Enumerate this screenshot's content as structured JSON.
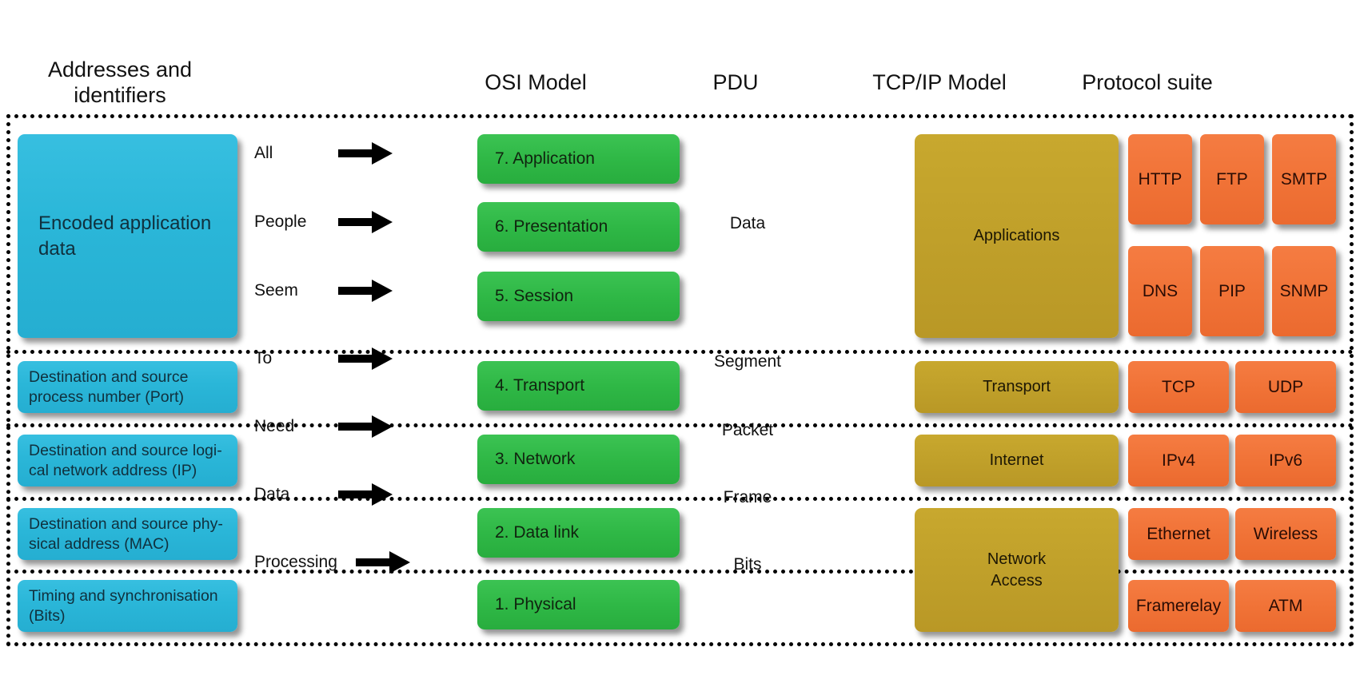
{
  "headers": [
    {
      "label": "Addresses and\nidentifiers"
    },
    {
      "label": "OSI Model"
    },
    {
      "label": "PDU"
    },
    {
      "label": "TCP/IP Model"
    },
    {
      "label": "Protocol suite"
    }
  ],
  "colors": {
    "cyan": "#2DB6D8",
    "green": "#2FB846",
    "olive": "#C0A02A",
    "orange": "#F07236",
    "frame": "#000000",
    "background": "#FFFFFF"
  },
  "addresses": [
    {
      "label": "Encoded application data"
    },
    {
      "label": "Destination and source process number (Port)"
    },
    {
      "label": "Destination and source logi-cal network address (IP)"
    },
    {
      "label": "Destination and source phy-sical address (MAC)"
    },
    {
      "label": "Timing and synchronisation (Bits)"
    }
  ],
  "mnemonics": [
    {
      "word": "All"
    },
    {
      "word": "People"
    },
    {
      "word": "Seem"
    },
    {
      "word": "To"
    },
    {
      "word": "Need"
    },
    {
      "word": "Data"
    },
    {
      "word": "Processing"
    }
  ],
  "osi_layers": [
    {
      "label": "7. Application"
    },
    {
      "label": "6. Presentation"
    },
    {
      "label": "5. Session"
    },
    {
      "label": "4. Transport"
    },
    {
      "label": "3. Network"
    },
    {
      "label": "2. Data link"
    },
    {
      "label": "1. Physical"
    }
  ],
  "pdus": [
    {
      "label": "Data"
    },
    {
      "label": "Segment"
    },
    {
      "label": "Packet"
    },
    {
      "label": "Frame"
    },
    {
      "label": "Bits"
    }
  ],
  "tcpip_layers": [
    {
      "label": "Applications"
    },
    {
      "label": "Transport"
    },
    {
      "label": "Internet"
    },
    {
      "label": "Network\nAccess"
    }
  ],
  "protocols": {
    "application": [
      "HTTP",
      "FTP",
      "SMTP",
      "DNS",
      "PIP",
      "SNMP"
    ],
    "transport": [
      "TCP",
      "UDP"
    ],
    "internet": [
      "IPv4",
      "IPv6"
    ],
    "network_access": [
      "Ethernet",
      "Wireless",
      "Framerelay",
      "ATM"
    ]
  },
  "icons": {
    "arrow": "right-arrow-icon"
  }
}
